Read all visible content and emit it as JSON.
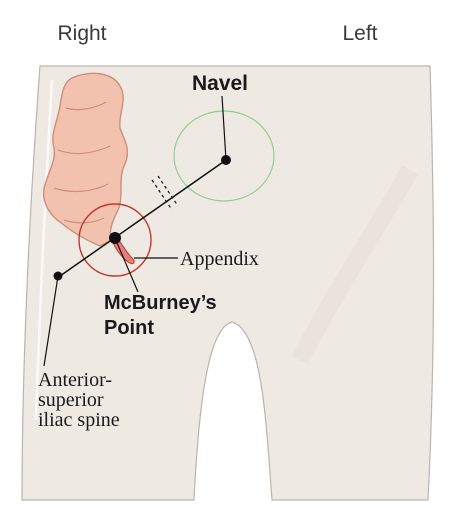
{
  "orientation": {
    "right_label": "Right",
    "left_label": "Left"
  },
  "labels": {
    "navel": "Navel",
    "appendix": "Appendix",
    "mcburney_line1": "McBurney’s",
    "mcburney_line2": "Point",
    "asis_line1": "Anterior-",
    "asis_line2": "superior",
    "asis_line3": "iliac spine"
  },
  "colors": {
    "skin": "#efe9e4",
    "skin_outline": "#bdb3ab",
    "colon_fill": "#f2c2ae",
    "colon_outline": "#cc8f7a",
    "appendix_fill": "#e87d7d",
    "navel_circle": "#8fd18b",
    "mcburney_circle": "#c0392b",
    "line": "#111111",
    "text": "#1a1a1a",
    "orientation_text": "#3a3a3a"
  }
}
